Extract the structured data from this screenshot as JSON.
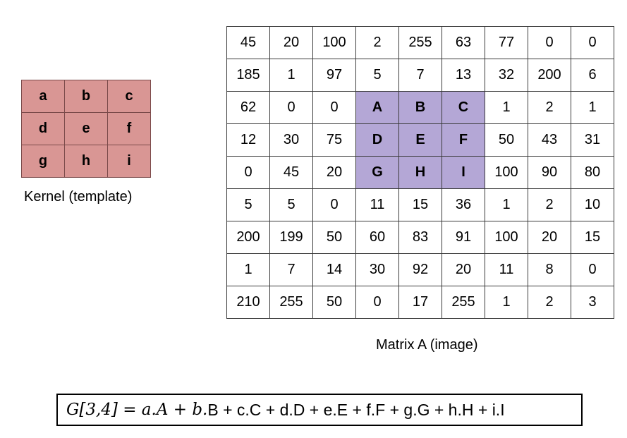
{
  "kernel": {
    "caption": "Kernel (template)",
    "rows": [
      [
        "a",
        "b",
        "c"
      ],
      [
        "d",
        "e",
        "f"
      ],
      [
        "g",
        "h",
        "i"
      ]
    ],
    "color": "#d99694"
  },
  "matrix": {
    "caption": "Matrix A (image)",
    "highlight_color": "#b4a7d6",
    "rows": [
      [
        "45",
        "20",
        "100",
        "2",
        "255",
        "63",
        "77",
        "0",
        "0"
      ],
      [
        "185",
        "1",
        "97",
        "5",
        "7",
        "13",
        "32",
        "200",
        "6"
      ],
      [
        "62",
        "0",
        "0",
        "A",
        "B",
        "C",
        "1",
        "2",
        "1"
      ],
      [
        "12",
        "30",
        "75",
        "D",
        "E",
        "F",
        "50",
        "43",
        "31"
      ],
      [
        "0",
        "45",
        "20",
        "G",
        "H",
        "I",
        "100",
        "90",
        "80"
      ],
      [
        "5",
        "5",
        "0",
        "11",
        "15",
        "36",
        "1",
        "2",
        "10"
      ],
      [
        "200",
        "199",
        "50",
        "60",
        "83",
        "91",
        "100",
        "20",
        "15"
      ],
      [
        "1",
        "7",
        "14",
        "30",
        "92",
        "20",
        "11",
        "8",
        "0"
      ],
      [
        "210",
        "255",
        "50",
        "0",
        "17",
        "255",
        "1",
        "2",
        "3"
      ]
    ],
    "highlight": {
      "rows": [
        2,
        3,
        4
      ],
      "cols": [
        3,
        4,
        5
      ]
    }
  },
  "formula": {
    "math_part": "G[3,4] = a.A + b.",
    "plain_part": "B + c.C + d.D + e.E + f.F + g.G + h.H + i.I"
  }
}
